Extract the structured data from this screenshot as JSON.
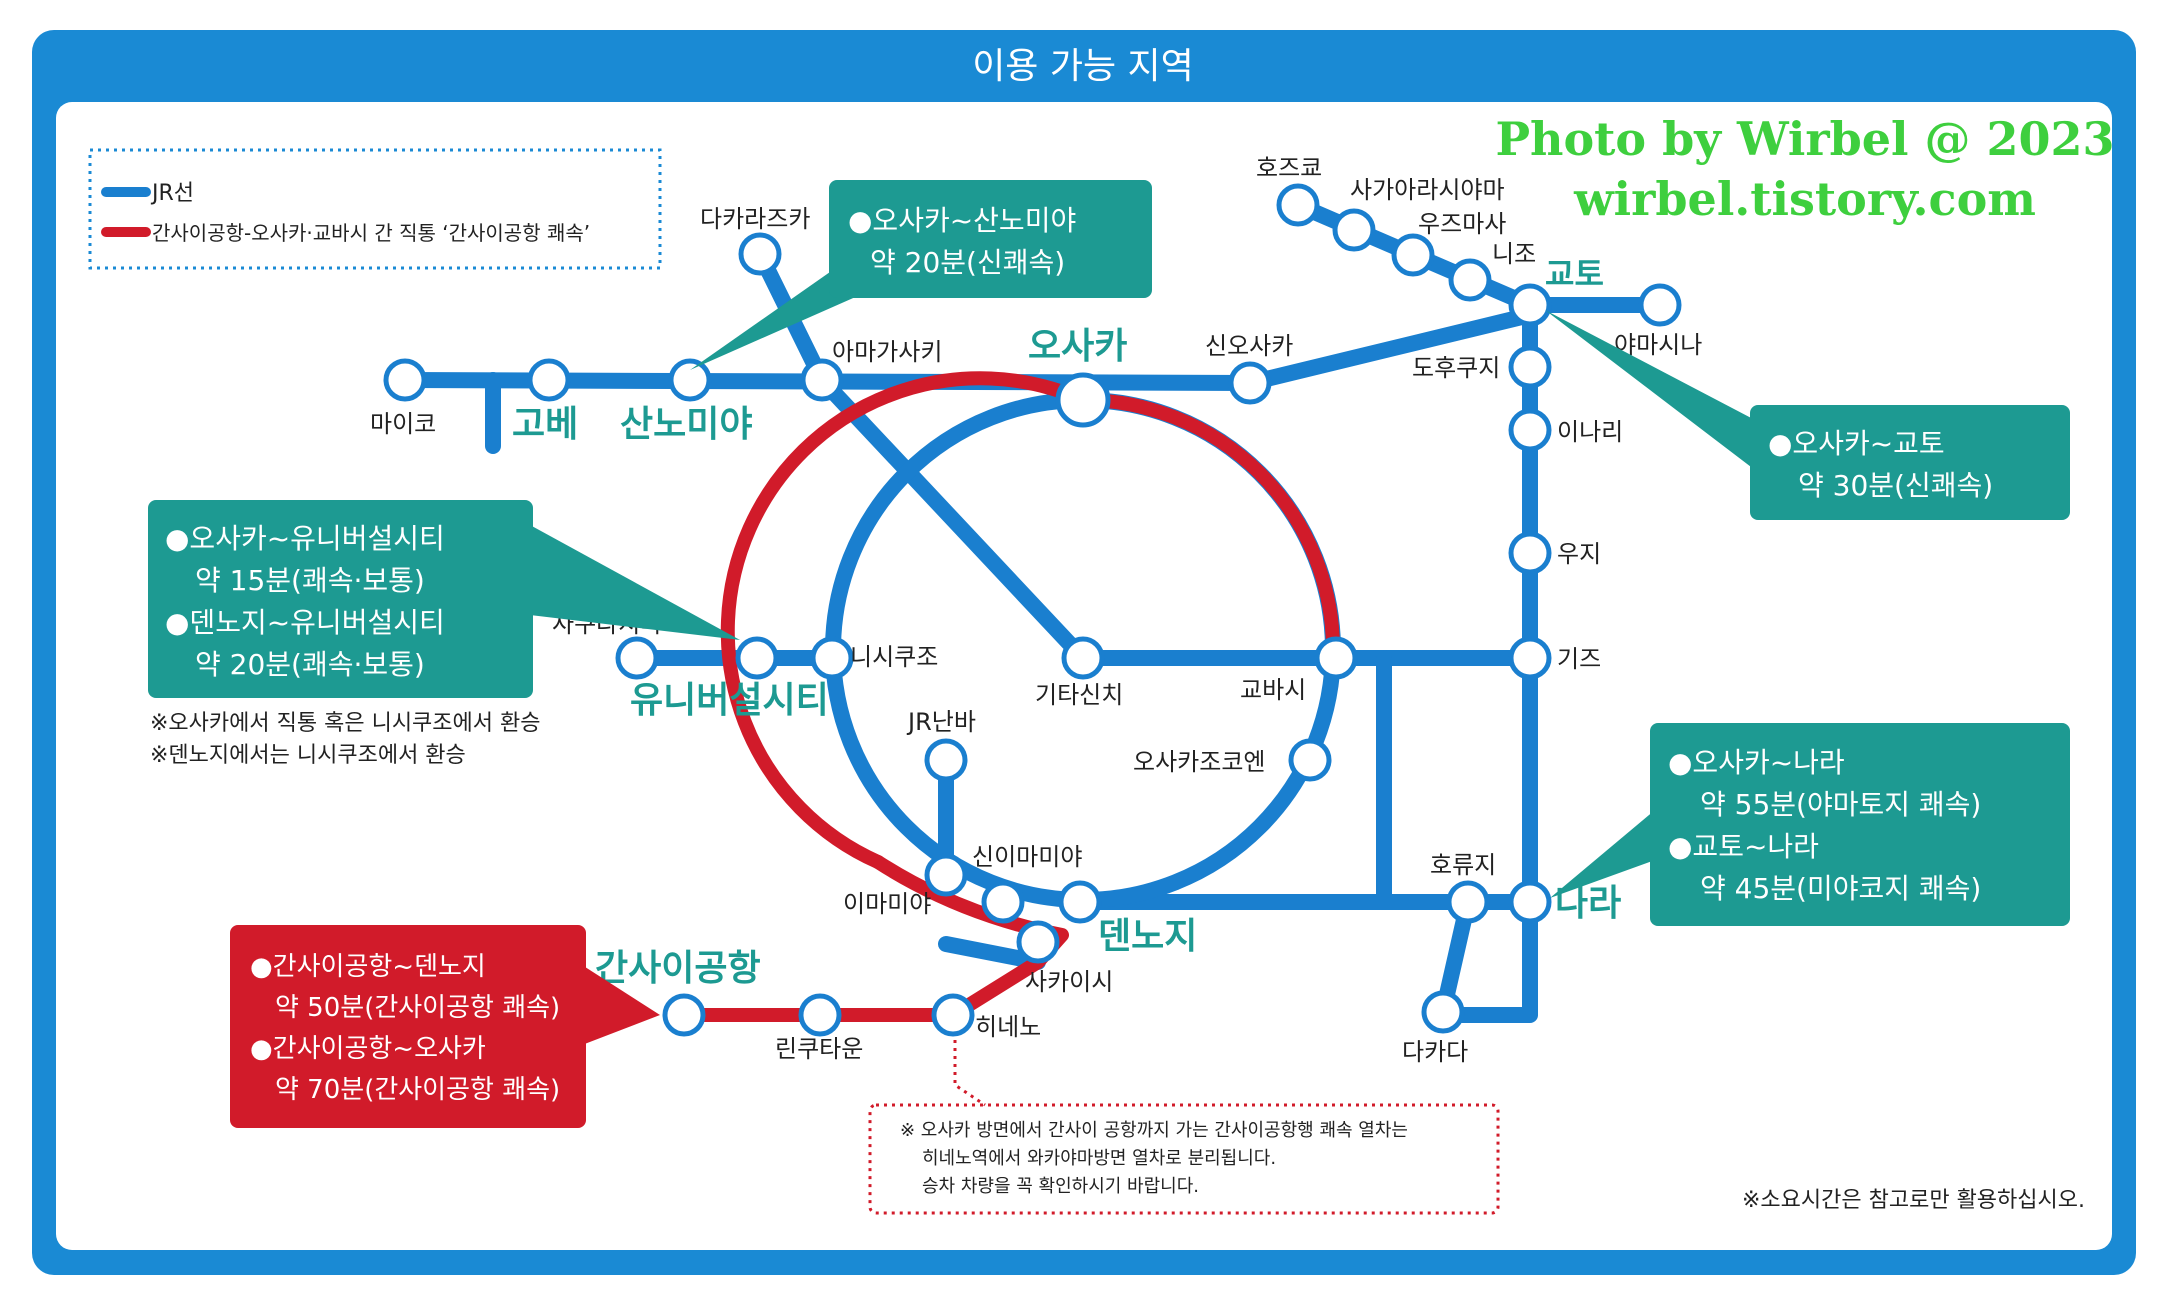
{
  "header": {
    "title": "이용 가능 지역"
  },
  "watermark": {
    "line1": "Photo by Wirbel @ 2023",
    "line2": "wirbel.tistory.com"
  },
  "legend": {
    "jr_line": "JR선",
    "haruka_line": "간사이공항-오사카·교바시 간 직통 ‘간사이공항 쾌속’"
  },
  "stations": {
    "osaka": "오사카",
    "kyoto": "교토",
    "kobe": "고베",
    "sannomiya": "산노미야",
    "maiko": "마이코",
    "amagasaki": "아마가사키",
    "takarazuka": "다카라즈카",
    "shin_osaka": "신오사카",
    "hozukyo": "호즈쿄",
    "saga_arashiyama": "사가아라시야마",
    "uzumasa": "우즈마사",
    "nijo": "니조",
    "yamashina": "야마시나",
    "tofukuji": "도후쿠지",
    "inari": "이나리",
    "uji": "우지",
    "kizu": "기즈",
    "nara": "나라",
    "horyuji": "호류지",
    "takada": "다카다",
    "kyobashi": "교바시",
    "kitashinchi": "기타신치",
    "nishikujo": "니시쿠조",
    "sakurajima": "사쿠라지마",
    "universal_city": "유니버설시티",
    "jr_namba": "JR난바",
    "shin_imamiya": "신이마미야",
    "imamiya": "이마미야",
    "tennoji": "덴노지",
    "osakajokoen": "오사카조코엔",
    "sakai": "사카이시",
    "hineno": "히네노",
    "rinku_town": "린쿠타운",
    "kansai_airport": "간사이공항"
  },
  "info_boxes": {
    "sannomiya": {
      "line1": "●오사카~산노미야",
      "line2": "약 20분(신쾌속)"
    },
    "kyoto": {
      "line1": "●오사카~교토",
      "line2": "약 30분(신쾌속)"
    },
    "usj": {
      "line1": "●오사카~유니버설시티",
      "line2": "약 15분(쾌속·보통)",
      "line3": "●덴노지~유니버설시티",
      "line4": "약 20분(쾌속·보통)"
    },
    "nara": {
      "line1": "●오사카~나라",
      "line2": "약 55분(야마토지 쾌속)",
      "line3": "●교토~나라",
      "line4": "약 45분(미야코지 쾌속)"
    },
    "airport": {
      "line1": "●간사이공항~덴노지",
      "line2": "약 50분(간사이공항 쾌속)",
      "line3": "●간사이공항~오사카",
      "line4": "약 70분(간사이공항 쾌속)"
    }
  },
  "notes": {
    "usj_note1": "※오사카에서 직통 혹은 니시쿠조에서 환승",
    "usj_note2": "※덴노지에서는 니시쿠조에서 환승",
    "hineno_note1": "※ 오사카 방면에서 간사이 공항까지 가는 간사이공항행 쾌속 열차는",
    "hineno_note2": "히네노역에서 와카야마방면 열차로 분리됩니다.",
    "hineno_note3": "승차 차량을 꼭 확인하시기 바랍니다.",
    "footer": "※소요시간은 참고로만 활용하십시오."
  },
  "colors": {
    "jr_blue": "#1a7fcf",
    "haruka_red": "#d11b2a",
    "teal": "#1d9a92",
    "station_label_teal": "#1d9a92",
    "watermark_green": "#3ecf3e"
  }
}
